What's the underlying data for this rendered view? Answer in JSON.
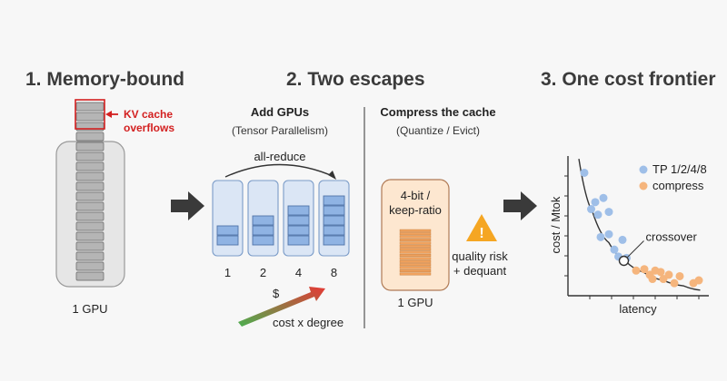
{
  "titles": {
    "step1": "1. Memory-bound",
    "step2": "2. Two escapes",
    "step3": "3. One cost frontier"
  },
  "panel1": {
    "kv_label_line1": "KV cache",
    "kv_label_line2": "overflows",
    "gpu_label": "1 GPU"
  },
  "tp": {
    "title": "Add GPUs",
    "subtitle": "(Tensor Parallelism)",
    "allreduce": "all-reduce",
    "degrees": [
      "1",
      "2",
      "4",
      "8"
    ],
    "blocks_per_gpu": [
      2,
      3,
      4,
      5
    ],
    "dollar": "$",
    "cost_label": "cost x degree"
  },
  "compress": {
    "title": "Compress the cache",
    "subtitle": "(Quantize / Evict)",
    "box_line1": "4-bit /",
    "box_line2": "keep-ratio",
    "gpu_label": "1 GPU",
    "warn_symbol": "!",
    "risk_line1": "quality risk",
    "risk_line2": "+ dequant"
  },
  "colors": {
    "tp_blue": "#9fbfe8",
    "compress_orange": "#f5b57d",
    "kv_red": "#d32020",
    "warning": "#f5a623"
  },
  "chart_data": {
    "type": "scatter",
    "xlabel": "latency",
    "ylabel": "cost / Mtok",
    "series": [
      {
        "name": "TP 1/2/4/8",
        "color": "#9fbfe8",
        "points": [
          [
            0.12,
            0.88
          ],
          [
            0.17,
            0.62
          ],
          [
            0.2,
            0.67
          ],
          [
            0.22,
            0.58
          ],
          [
            0.26,
            0.7
          ],
          [
            0.3,
            0.6
          ],
          [
            0.24,
            0.42
          ],
          [
            0.3,
            0.44
          ],
          [
            0.34,
            0.33
          ],
          [
            0.4,
            0.4
          ],
          [
            0.37,
            0.28
          ],
          [
            0.43,
            0.27
          ]
        ]
      },
      {
        "name": "compress",
        "color": "#f5b57d",
        "points": [
          [
            0.5,
            0.18
          ],
          [
            0.56,
            0.19
          ],
          [
            0.6,
            0.15
          ],
          [
            0.64,
            0.18
          ],
          [
            0.62,
            0.12
          ],
          [
            0.68,
            0.17
          ],
          [
            0.7,
            0.12
          ],
          [
            0.74,
            0.15
          ],
          [
            0.78,
            0.09
          ],
          [
            0.82,
            0.14
          ],
          [
            0.92,
            0.09
          ],
          [
            0.96,
            0.11
          ]
        ]
      }
    ],
    "frontier": [
      [
        0.08,
        0.98
      ],
      [
        0.18,
        0.6
      ],
      [
        0.3,
        0.38
      ],
      [
        0.42,
        0.25
      ],
      [
        0.55,
        0.17
      ],
      [
        0.7,
        0.11
      ],
      [
        0.85,
        0.07
      ],
      [
        0.97,
        0.04
      ]
    ],
    "annotation": {
      "text": "crossover",
      "point": [
        0.41,
        0.25
      ]
    }
  }
}
